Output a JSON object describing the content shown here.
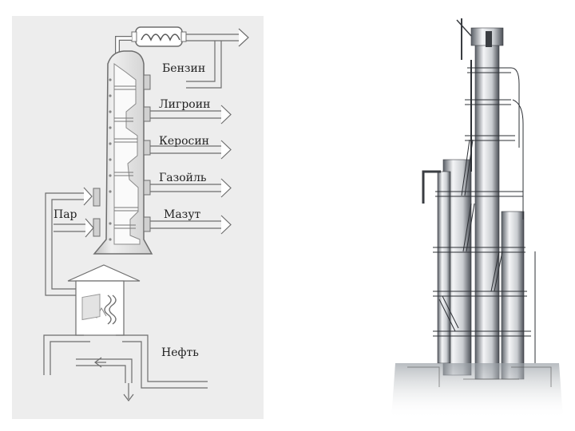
{
  "diagram": {
    "title": "",
    "products": [
      "Бензин",
      "Лигроин",
      "Керосин",
      "Газойль",
      "Мазут"
    ],
    "steam_label": "Пар",
    "feed_label": "Нефть"
  },
  "colors": {
    "panel": "#ededed",
    "line": "#6e6e6e",
    "pipe_fill": "#ffffff",
    "column_fill": "#d9d9d9",
    "steel": "#c9ccd0",
    "steel_dark": "#3a3d42"
  },
  "photo": {
    "subject": "distillation-column-photo"
  }
}
